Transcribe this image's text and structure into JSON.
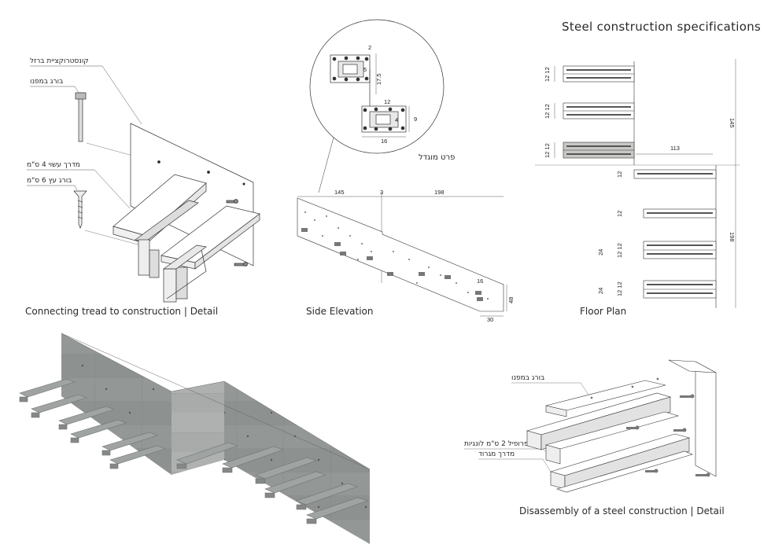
{
  "page_title": "Steel construction specifications",
  "captions": {
    "detail_connecting": "Connecting tread to construction | Detail",
    "side_elevation": "Side Elevation",
    "floor_plan": "Floor Plan",
    "disassembly": "Disassembly of a steel construction | Detail"
  },
  "labels_hebrew": {
    "steel_console": "קונסטרוקציית ברזל",
    "anchor_bolt": "בורג במפנו",
    "wood_tread": "מדרך עשוי 4 ס\"מ",
    "wood_screw": "בורג עץ 6 ס\"מ",
    "enlarged_detail": "פרט מוגדל",
    "anchor_bolt_2": "בורג במפנו",
    "profile": "פרופיל 2 ס\"מ לונגיות",
    "tread": "מדרך מגרוד"
  },
  "enlarged_dims": {
    "d2": "2",
    "d5": "5",
    "d17_5": "17.5",
    "d12": "12",
    "d4": "4",
    "d9": "9",
    "d16": "16"
  },
  "elevation_dims": {
    "d145": "145",
    "d3": "3",
    "d198": "198",
    "d16": "16",
    "d48": "48",
    "d30": "30"
  },
  "plan_dims": {
    "r1": "12 12",
    "r2": "12 12",
    "r3": "12 12",
    "d113": "113",
    "d145": "145",
    "s12a": "12",
    "s12b": "12",
    "d24a": "24",
    "r4": "12 12",
    "d24b": "24",
    "r5": "12 12",
    "d198": "198"
  }
}
